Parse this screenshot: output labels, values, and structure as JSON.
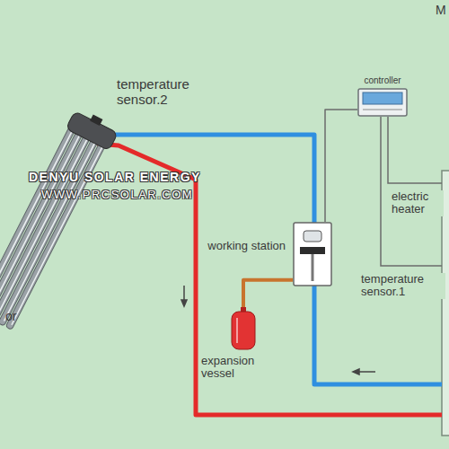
{
  "diagram": {
    "nodes": [
      {
        "text": [
          "controller"
        ]
      },
      {
        "text": [
          "working station"
        ]
      },
      {
        "text": [
          "expansion vessel"
        ]
      }
    ],
    "edges": [
      {
        "from": 0,
        "to": 1,
        "arrow": "none"
      },
      {
        "from": 1,
        "to": 2,
        "arrow": "none"
      }
    ],
    "labels": [
      "temperature sensor.2",
      "DENYU SOLAR ENERGY",
      "WWW.PRCSOLAR.COM",
      "electric heater",
      "temperature sensor.1",
      "or",
      "M"
    ]
  }
}
